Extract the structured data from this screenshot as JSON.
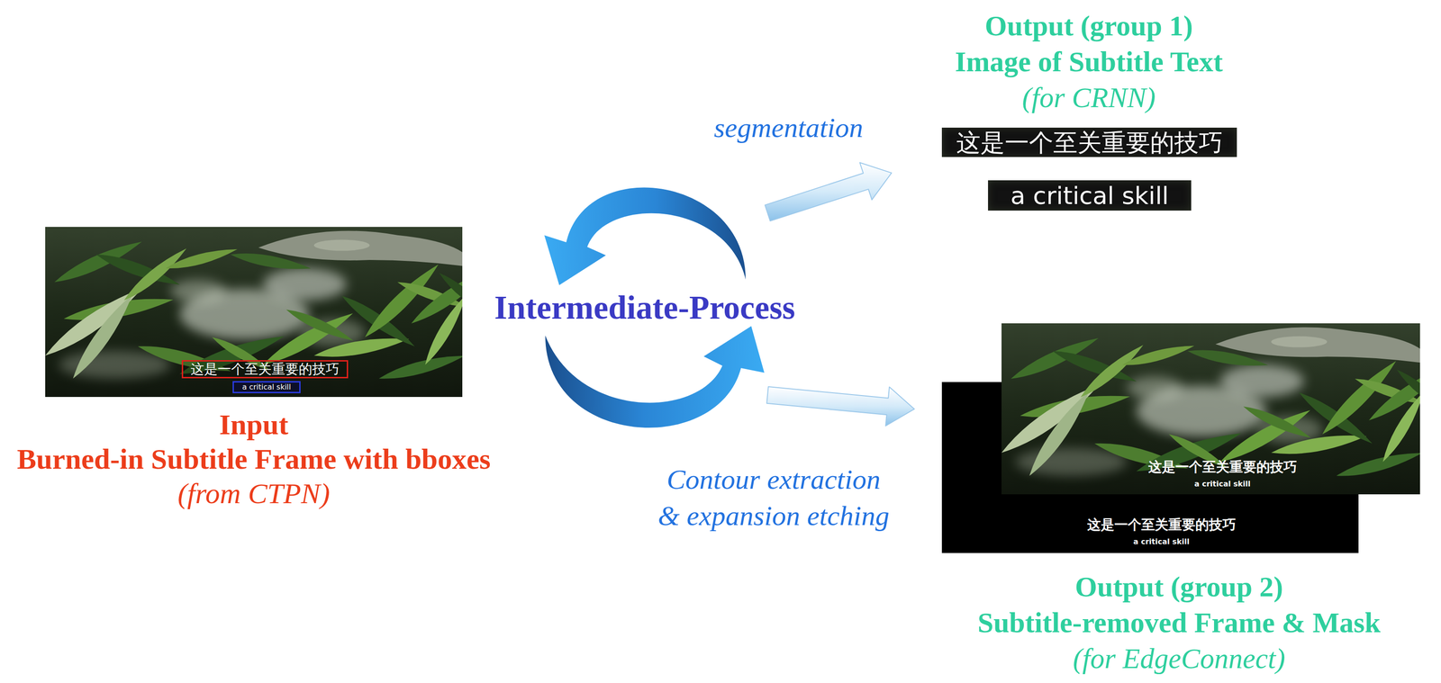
{
  "diagram": {
    "nodes": [
      {
        "text": [
          "Input",
          "Burned-in Subtitle Frame with bboxes",
          "(from CTPN)"
        ]
      },
      {
        "text": [
          "这是一个至关重要的技巧"
        ],
        "in": 0
      },
      {
        "text": [
          "a critical skill"
        ],
        "in": 0
      },
      {
        "text": [
          "Intermediate-Process"
        ]
      },
      {
        "text": [
          "Output (group 1)",
          "Image of Subtitle Text",
          "(for CRNN)"
        ]
      },
      {
        "text": [
          "这是一个至关重要的技巧"
        ],
        "in": 4
      },
      {
        "text": [
          "a critical skill"
        ],
        "in": 4
      },
      {
        "text": [
          "Output (group 2)",
          "Subtitle-removed Frame & Mask",
          "(for EdgeConnect)"
        ]
      },
      {
        "text": [
          "这是一个至关重要的技巧",
          "a critical skill"
        ],
        "in": 7
      },
      {
        "text": [
          "这是一个至关重要的技巧",
          "a critical skill"
        ],
        "in": 7
      }
    ],
    "edges": [
      {
        "from": 3,
        "to": 4,
        "arrow": "to",
        "label": "segmentation"
      },
      {
        "from": 3,
        "to": 7,
        "arrow": "to",
        "label": "Contour extraction & expansion etching"
      }
    ]
  }
}
